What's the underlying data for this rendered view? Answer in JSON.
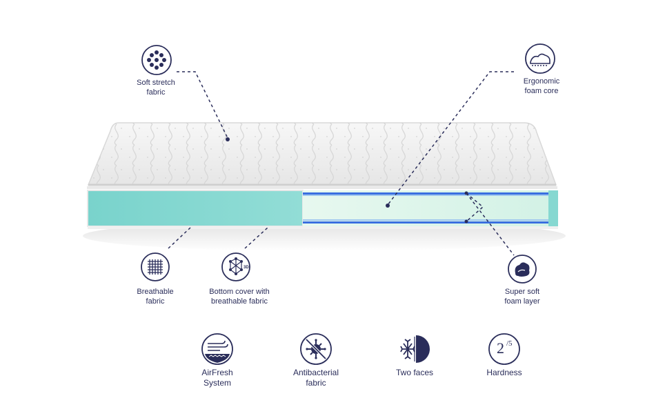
{
  "features": {
    "soft_stretch": {
      "label": "Soft stretch\nfabric",
      "icon": "soft-stretch-fabric-icon"
    },
    "ergonomic": {
      "label": "Ergonomic\nfoam core",
      "icon": "ergonomic-foam-icon"
    },
    "breathable": {
      "label": "Breathable\nfabric",
      "icon": "breathable-fabric-icon"
    },
    "bottom_cover": {
      "label": "Bottom cover with\nbreathable fabric",
      "icon": "3d-cover-icon"
    },
    "super_soft": {
      "label": "Super soft\nfoam layer",
      "icon": "soft-foam-layer-icon"
    }
  },
  "bottom_row": {
    "airfresh": {
      "label": "AirFresh\nSystem",
      "icon": "airfresh-icon"
    },
    "antibacterial": {
      "label": "Antibacterial\nfabric",
      "icon": "antibacterial-icon"
    },
    "two_faces": {
      "label": "Two faces",
      "icon": "two-faces-icon"
    },
    "hardness": {
      "label": "Hardness",
      "icon": "hardness-icon",
      "value": "2",
      "scale": "/5"
    }
  },
  "colors": {
    "navy": "#2a2d5a",
    "teal": "#7fd6d0",
    "pale_green": "#e4f7ee",
    "blue_stripe": "#3a6fe0",
    "quilt_white": "#f4f4f4"
  }
}
